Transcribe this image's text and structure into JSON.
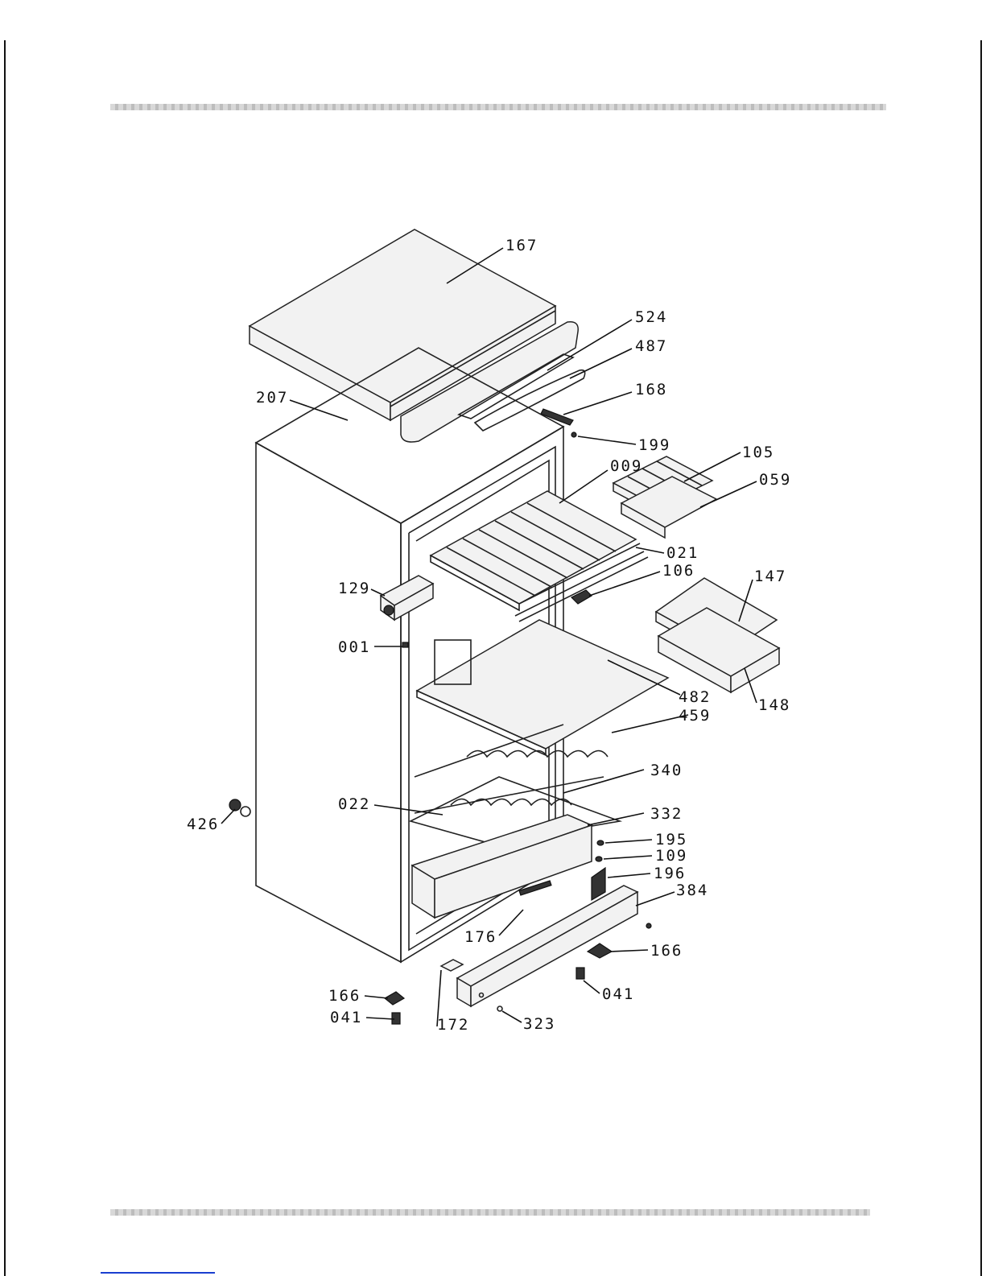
{
  "diagram": {
    "type": "exploded-parts-view",
    "labels": [
      {
        "id": "l167",
        "text": "167"
      },
      {
        "id": "l524",
        "text": "524"
      },
      {
        "id": "l487",
        "text": "487"
      },
      {
        "id": "l168",
        "text": "168"
      },
      {
        "id": "l207",
        "text": "207"
      },
      {
        "id": "l199",
        "text": "199"
      },
      {
        "id": "l105",
        "text": "105"
      },
      {
        "id": "l009",
        "text": "009"
      },
      {
        "id": "l059",
        "text": "059"
      },
      {
        "id": "l021",
        "text": "021"
      },
      {
        "id": "l106",
        "text": "106"
      },
      {
        "id": "l129",
        "text": "129"
      },
      {
        "id": "l147",
        "text": "147"
      },
      {
        "id": "l001",
        "text": "001"
      },
      {
        "id": "l482",
        "text": "482"
      },
      {
        "id": "l148",
        "text": "148"
      },
      {
        "id": "l459",
        "text": "459"
      },
      {
        "id": "l340",
        "text": "340"
      },
      {
        "id": "l426",
        "text": "426"
      },
      {
        "id": "l022",
        "text": "022"
      },
      {
        "id": "l332",
        "text": "332"
      },
      {
        "id": "l195",
        "text": "195"
      },
      {
        "id": "l109",
        "text": "109"
      },
      {
        "id": "l196",
        "text": "196"
      },
      {
        "id": "l384",
        "text": "384"
      },
      {
        "id": "l176",
        "text": "176"
      },
      {
        "id": "l166a",
        "text": "166"
      },
      {
        "id": "l166b",
        "text": "166"
      },
      {
        "id": "l041a",
        "text": "041"
      },
      {
        "id": "l041b",
        "text": "041"
      },
      {
        "id": "l172",
        "text": "172"
      },
      {
        "id": "l323",
        "text": "323"
      }
    ]
  }
}
